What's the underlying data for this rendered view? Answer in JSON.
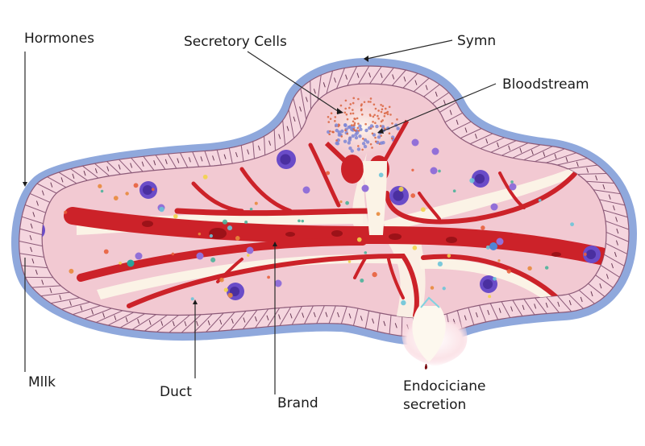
{
  "diagram": {
    "subject": "Glandular tissue cross-section",
    "colors": {
      "capsule": "#8fa8dc",
      "epithelium_cell": "#f5d6df",
      "epithelium_border": "#8c5a78",
      "lumen": "#f2c9d2",
      "vessel": "#cc2229",
      "vessel_dark": "#9c1218",
      "duct": "#fbf3e6",
      "nucleus_cell": "#6a4cc8",
      "label_text": "#1a1a1a"
    },
    "labels": [
      {
        "id": "hormones",
        "text": "Hormones"
      },
      {
        "id": "secretory-cells",
        "text": "Secretory Cells"
      },
      {
        "id": "symn",
        "text": "Symn"
      },
      {
        "id": "bloodstream",
        "text": "Bloodstream"
      },
      {
        "id": "milk",
        "text": "Mllk"
      },
      {
        "id": "duct",
        "text": "Duct"
      },
      {
        "id": "brand",
        "text": "Brand"
      },
      {
        "id": "endocrine-secretion",
        "text": "Endociciane\nsecretion"
      }
    ]
  }
}
